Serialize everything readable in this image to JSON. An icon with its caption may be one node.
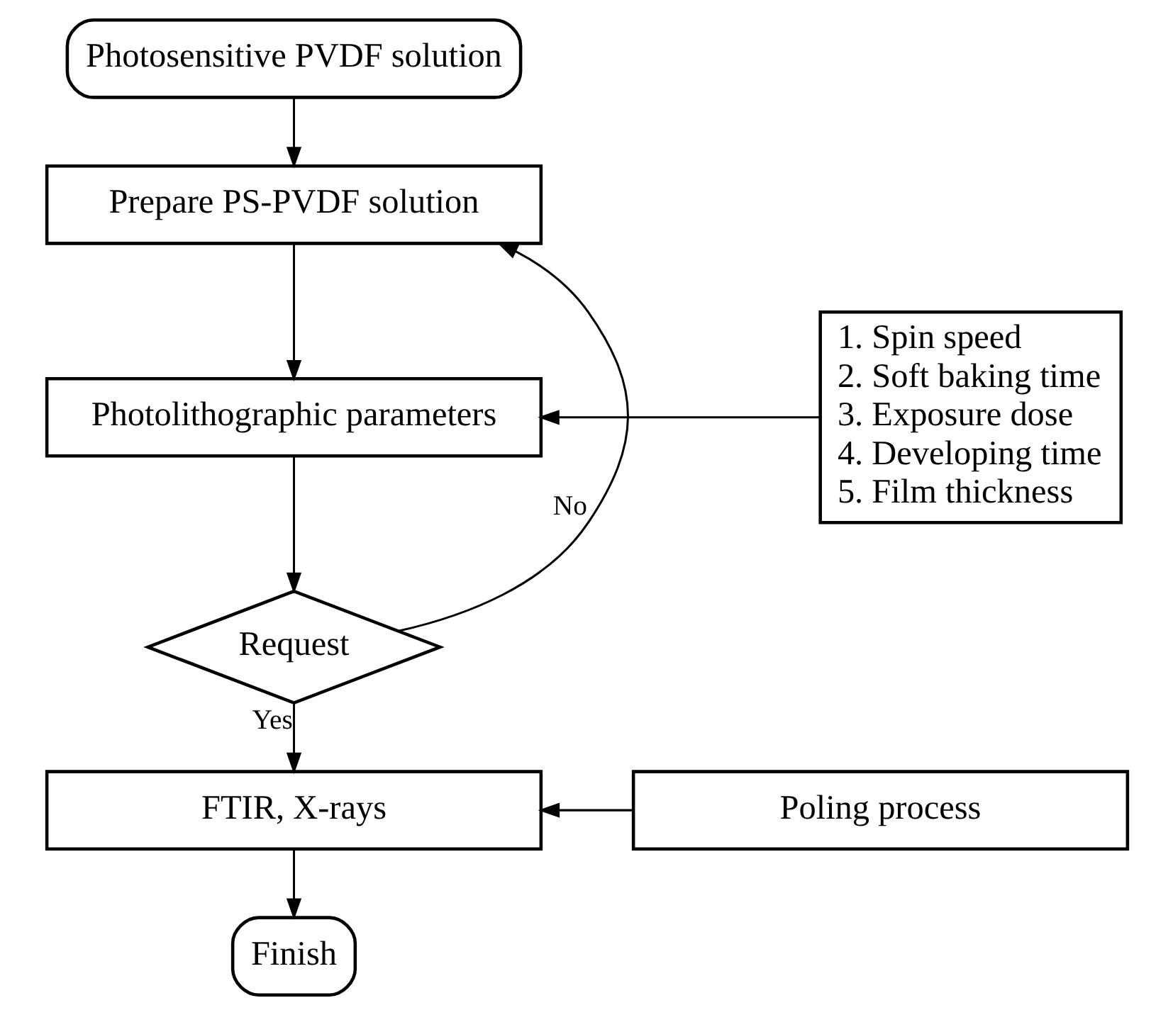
{
  "diagram": {
    "nodes": [
      {
        "text": [
          "Photosensitive PVDF solution"
        ]
      },
      {
        "text": [
          "Prepare PS-PVDF solution"
        ]
      },
      {
        "text": [
          "Photolithographic parameters"
        ]
      },
      {
        "text": [
          "1. Spin speed",
          "2. Soft baking time",
          "3. Exposure dose",
          "4. Developing time",
          "5. Film thickness"
        ]
      },
      {
        "text": [
          "Request"
        ]
      },
      {
        "text": [
          "FTIR, X-rays"
        ]
      },
      {
        "text": [
          "Poling process"
        ]
      },
      {
        "text": [
          "Finish"
        ]
      }
    ],
    "edges": [
      {
        "from": 0,
        "to": 1,
        "arrow": "to"
      },
      {
        "from": 1,
        "to": 2,
        "arrow": "to"
      },
      {
        "from": 3,
        "to": 2,
        "arrow": "to"
      },
      {
        "from": 2,
        "to": 4,
        "arrow": "to"
      },
      {
        "from": 4,
        "to": 1,
        "arrow": "to",
        "label": "No"
      },
      {
        "from": 4,
        "to": 5,
        "arrow": "to",
        "label": "Yes"
      },
      {
        "from": 6,
        "to": 5,
        "arrow": "to"
      },
      {
        "from": 5,
        "to": 7,
        "arrow": "to"
      }
    ]
  }
}
